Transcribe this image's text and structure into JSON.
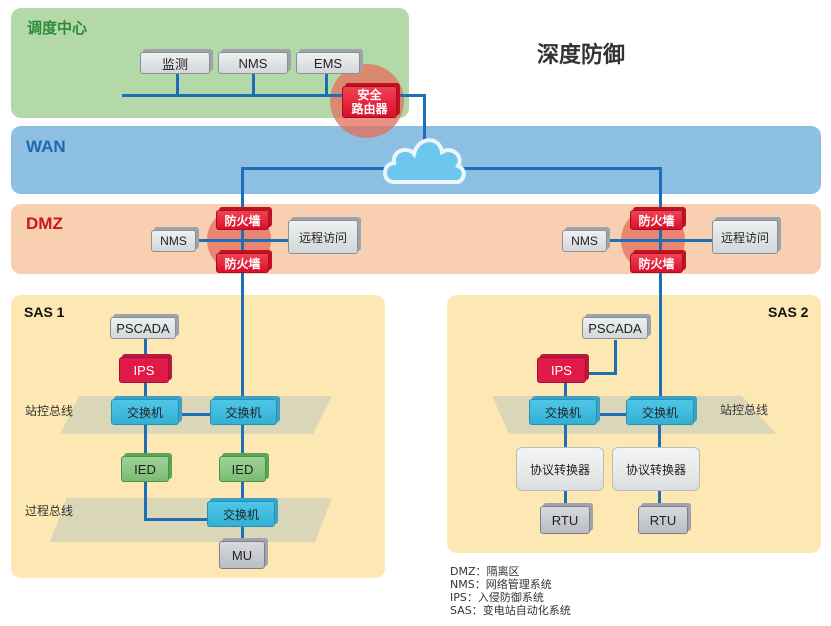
{
  "title": "深度防御",
  "zones": {
    "control_center": "调度中心",
    "wan": "WAN",
    "dmz": "DMZ",
    "sas1": "SAS 1",
    "sas2": "SAS 2"
  },
  "control_center": {
    "devices": [
      "监测",
      "NMS",
      "EMS"
    ],
    "router": [
      "安全",
      "路由器"
    ]
  },
  "dmz": {
    "firewall": "防火墙",
    "nms": "NMS",
    "remote_access": "远程访问"
  },
  "sas1": {
    "pscada": "PSCADA",
    "ips": "IPS",
    "switch": "交换机",
    "ied": "IED",
    "mu": "MU",
    "station_bus": "站控总线",
    "process_bus": "过程总线"
  },
  "sas2": {
    "pscada": "PSCADA",
    "ips": "IPS",
    "switch": "交换机",
    "converter": "协议转换器",
    "rtu": "RTU",
    "station_bus": "站控总线"
  },
  "legend": [
    "DMZ：隔离区",
    "NMS：网络管理系统",
    "IPS：入侵防御系统",
    "SAS：变电站自动化系统"
  ],
  "colors": {
    "control_center_bg": "#b3d9a9",
    "wan_bg": "#8cbfe2",
    "dmz_bg": "#f8cfb0",
    "sas_bg": "#fde8b4",
    "link": "#1f6fb8"
  }
}
